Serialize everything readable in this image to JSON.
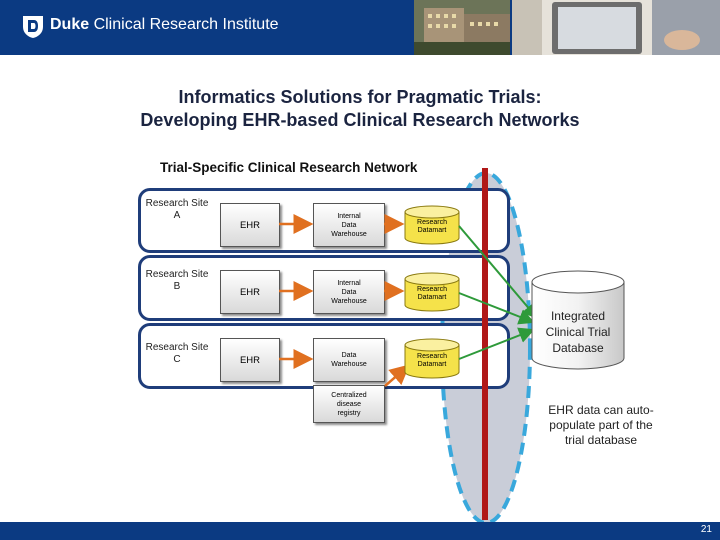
{
  "header": {
    "brand_bold": "Duke",
    "brand_rest": " Clinical Research Institute"
  },
  "title": {
    "line1": "Informatics Solutions for Pragmatic Trials:",
    "line2": "Developing EHR-based Clinical Research Networks"
  },
  "diagram": {
    "subtitle": "Trial-Specific Clinical Research Network",
    "sites": [
      {
        "label": "Research Site A",
        "ehr": "EHR",
        "warehouse": "Internal Data Warehouse",
        "datamart": "Research Datamart"
      },
      {
        "label": "Research Site B",
        "ehr": "EHR",
        "warehouse": "Internal Data Warehouse",
        "datamart": "Research Datamart"
      },
      {
        "label": "Research Site C",
        "ehr": "EHR",
        "warehouse": "Data Warehouse",
        "datamart": "Research Datamart"
      }
    ],
    "registry": "Centralized disease registry",
    "integrated_db": "Integrated Clinical Trial Database",
    "note": "EHR data can auto-populate part of the trial database",
    "colors": {
      "site_border": "#1f3d7a",
      "datamart": "#f5e24a",
      "arrow_orange": "#e07020",
      "arrow_green": "#2e9a3a",
      "barrier_red": "#b01818",
      "ellipse_fill": "#c9cdd8",
      "ellipse_dash": "#39a8dc"
    }
  },
  "footer": {
    "page_number": "21"
  }
}
